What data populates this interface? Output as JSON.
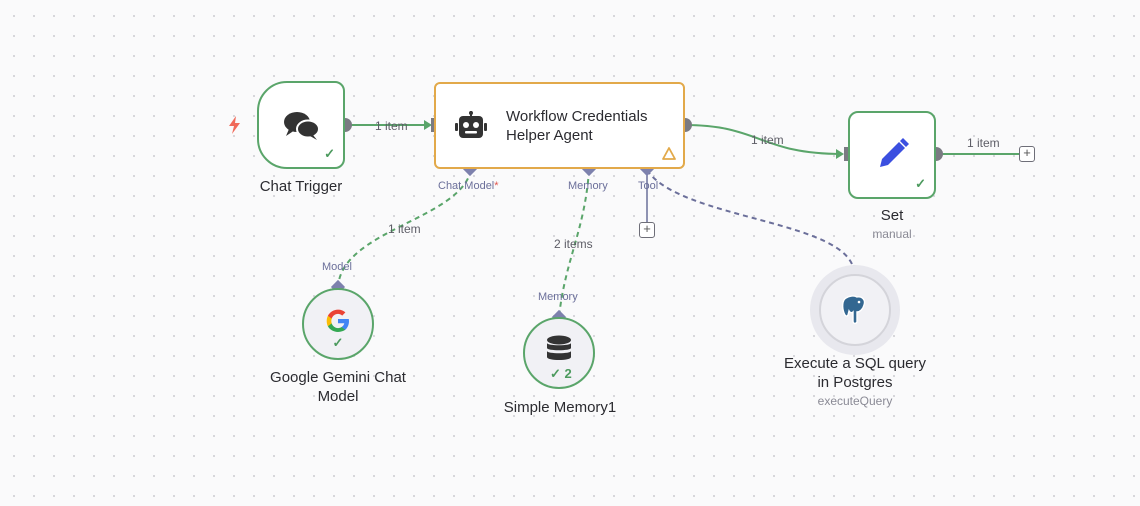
{
  "nodes": {
    "chat_trigger": {
      "label": "Chat Trigger",
      "icon": "chat-bubbles-icon"
    },
    "agent": {
      "label_line1": "Workflow Credentials",
      "label_line2": "Helper Agent",
      "icon": "robot-icon",
      "warning_icon": "warning-triangle-icon"
    },
    "set": {
      "label": "Set",
      "sublabel": "manual",
      "icon": "pencil-icon"
    },
    "gemini": {
      "label_line1": "Google Gemini Chat",
      "label_line2": "Model",
      "icon": "google-g-icon"
    },
    "memory": {
      "label": "Simple Memory1",
      "icon": "database-icon",
      "run_count": "2"
    },
    "postgres": {
      "label_line1": "Execute a SQL query",
      "label_line2": "in Postgres",
      "sublabel": "executeQuery",
      "icon": "postgres-elephant-icon"
    }
  },
  "ports": {
    "chat_model": "Chat Model",
    "chat_model_required": "*",
    "memory": "Memory",
    "tool": "Tool",
    "model_input": "Model",
    "memory_input": "Memory"
  },
  "edges": {
    "trigger_to_agent": "1 item",
    "agent_to_set": "1 item",
    "set_output": "1 item",
    "gemini_to_agent": "1 item",
    "memory_to_agent": "2 items"
  },
  "colors": {
    "success": "#5aa56a",
    "agent_border": "#e2a94a",
    "sub_connection": "#6b6f9a",
    "trigger_bolt": "#f06a5a",
    "set_icon": "#3b4fe0"
  }
}
